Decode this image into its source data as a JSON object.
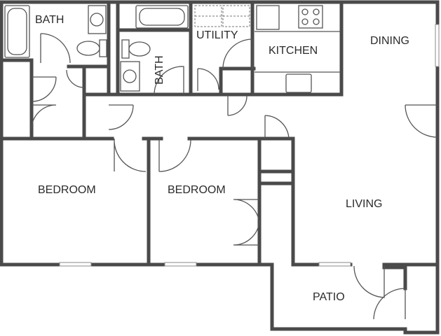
{
  "plan": {
    "rooms": {
      "bath_left": "BATH",
      "bath_center": "BATH",
      "utility": "UTILITY",
      "kitchen": "KITCHEN",
      "dining": "DINING",
      "bedroom_left": "BEDROOM",
      "bedroom_center": "BEDROOM",
      "living": "LIVING",
      "patio": "PATIO"
    },
    "colors": {
      "wall": "#4a4a4a",
      "line": "#555555",
      "background": "#ffffff"
    }
  }
}
